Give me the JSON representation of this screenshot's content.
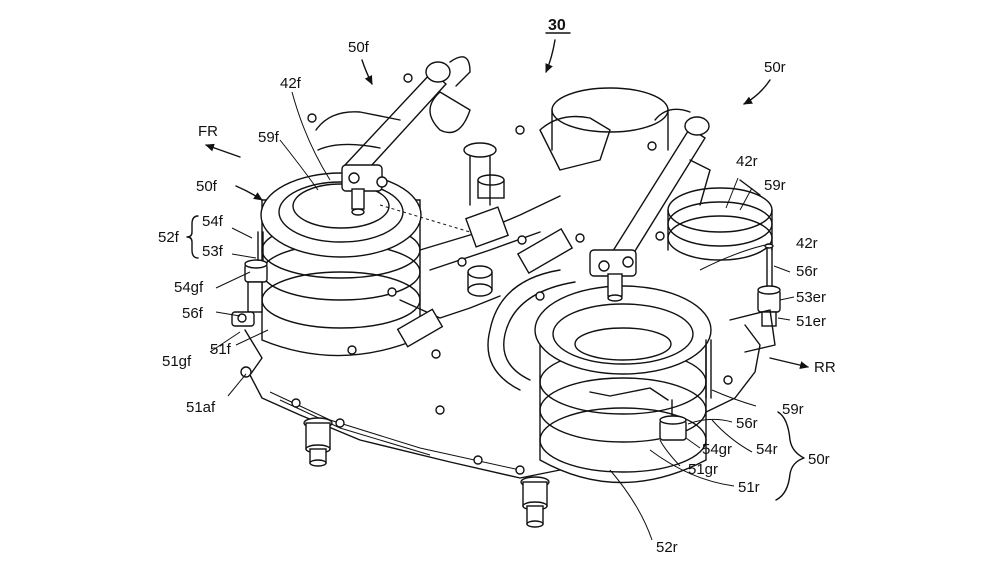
{
  "figure": {
    "reference_number": "30",
    "labels": {
      "l_50f_top": "50f",
      "l_50r_top": "50r",
      "l_42f": "42f",
      "l_FR": "FR",
      "l_59f": "59f",
      "l_50f_left": "50f",
      "l_54f": "54f",
      "l_52f": "52f",
      "l_53f": "53f",
      "l_54gf": "54gf",
      "l_56f": "56f",
      "l_51gf": "51gf",
      "l_51f": "51f",
      "l_51af": "51af",
      "l_42r_a": "42r",
      "l_59r_a": "59r",
      "l_42r_b": "42r",
      "l_56r_a": "56r",
      "l_53er": "53er",
      "l_51er": "51er",
      "l_RR": "RR",
      "l_59r_b": "59r",
      "l_56r_b": "56r",
      "l_54gr": "54gr",
      "l_54r": "54r",
      "l_50r_bot": "50r",
      "l_51gr": "51gr",
      "l_51r": "51r",
      "l_52r": "52r"
    }
  }
}
